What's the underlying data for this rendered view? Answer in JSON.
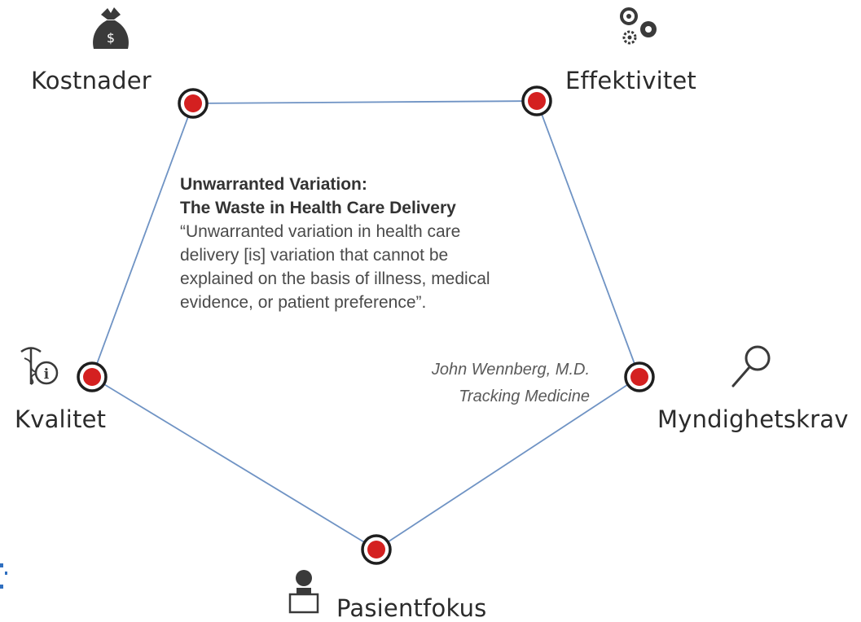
{
  "nodes": [
    {
      "id": "kostnader",
      "label": "Kostnader",
      "icon": "money-bag-icon"
    },
    {
      "id": "effektivitet",
      "label": "Effektivitet",
      "icon": "gears-icon"
    },
    {
      "id": "myndighetskrav",
      "label": "Myndighetskrav",
      "icon": "magnifier-icon"
    },
    {
      "id": "pasientfokus",
      "label": "Pasientfokus",
      "icon": "patient-icon"
    },
    {
      "id": "kvalitet",
      "label": "Kvalitet",
      "icon": "caduceus-info-icon"
    }
  ],
  "edges": [
    [
      "kostnader",
      "effektivitet"
    ],
    [
      "effektivitet",
      "myndighetskrav"
    ],
    [
      "myndighetskrav",
      "pasientfokus"
    ],
    [
      "pasientfokus",
      "kvalitet"
    ],
    [
      "kvalitet",
      "kostnader"
    ]
  ],
  "quote": {
    "heading_line1": "Unwarranted Variation:",
    "heading_line2": "The Waste in Health Care Delivery",
    "line1": "“Unwarranted variation in health care",
    "line2": "delivery [is] variation that cannot be",
    "line3": "explained on the basis of illness, medical",
    "line4": "evidence, or patient preference”.",
    "author": "John Wennberg, M.D.",
    "source": "Tracking Medicine"
  },
  "colors": {
    "edge": "#6f93c4",
    "node_fill": "#d42020",
    "node_ring": "#1e1e1e",
    "icon": "#3a3a3a",
    "edge_mark": "#2f6fc0"
  }
}
